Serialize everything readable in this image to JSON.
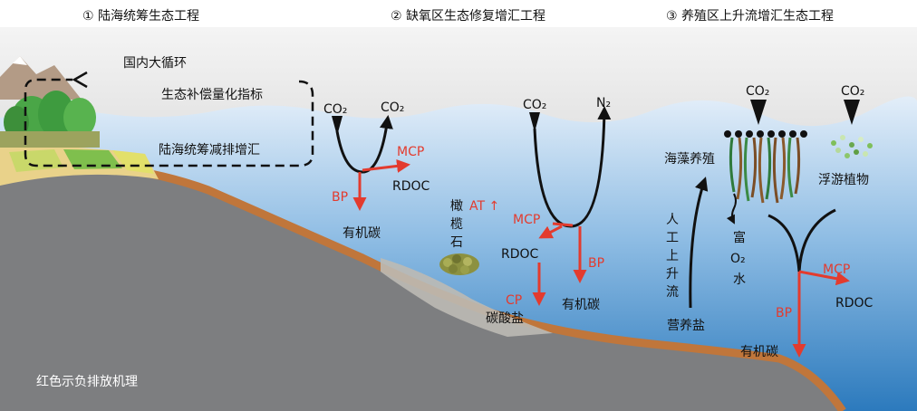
{
  "sections": [
    {
      "label": "① 陆海统筹生态工程"
    },
    {
      "label": "② 缺氧区生态修复增汇工程"
    },
    {
      "label": "③ 养殖区上升流增汇生态工程"
    }
  ],
  "loop": {
    "top": "国内大循环",
    "mid": "生态补偿量化指标",
    "bottom": "陆海统筹减排增汇"
  },
  "s1": {
    "co2_in": "CO₂",
    "co2_out": "CO₂",
    "mcp": "MCP",
    "rdoc": "RDOC",
    "bp": "BP",
    "organic": "有机碳"
  },
  "s2": {
    "co2": "CO₂",
    "n2": "N₂",
    "olivine": [
      "橄",
      "榄",
      "石"
    ],
    "at": "AT ↑",
    "mcp": "MCP",
    "rdoc": "RDOC",
    "bp": "BP",
    "organic": "有机碳",
    "cp": "CP",
    "carbonate": "碳酸盐"
  },
  "s3": {
    "co2_a": "CO₂",
    "co2_b": "CO₂",
    "seaweed": "海藻养殖",
    "plankton": "浮游植物",
    "upwelling": [
      "人",
      "工",
      "上",
      "升",
      "流"
    ],
    "o2water": [
      "富",
      "O₂",
      "水"
    ],
    "nutrient": "营养盐",
    "mcp": "MCP",
    "rdoc": "RDOC",
    "bp": "BP",
    "organic": "有机碳"
  },
  "legend": "红色示负排放机理",
  "colors": {
    "sky": "#e9e9e9",
    "sea_top": "#dbe9f7",
    "sea_bottom": "#2f7fc0",
    "seabed": "#c0763b",
    "rock": "#7d7e80",
    "red": "#e33b2e",
    "black": "#111111"
  }
}
